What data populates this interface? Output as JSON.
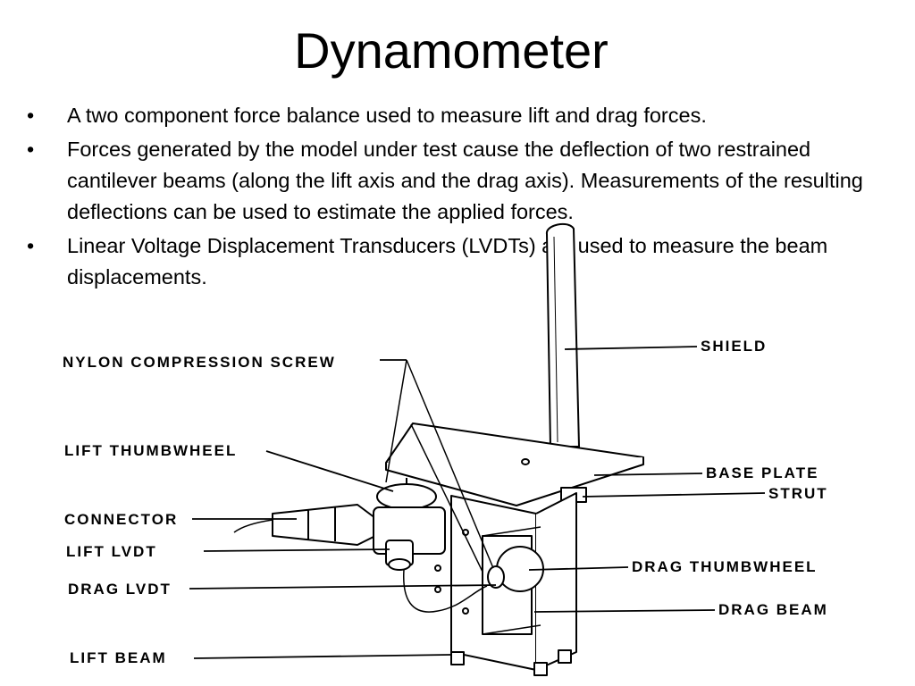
{
  "slide": {
    "title": "Dynamometer",
    "bullet_symbol": "•",
    "bullets": [
      "A two component force balance used to measure lift and drag forces.",
      "Forces generated by the model under test cause the deflection of two restrained cantilever beams (along the lift axis and the drag axis). Measurements of the resulting deflections can be used to estimate the applied forces.",
      "Linear Voltage Displacement Transducers (LVDTs) are used to measure the beam displacements."
    ]
  },
  "diagram": {
    "labels": {
      "nylon_compression_screw": "NYLON COMPRESSION SCREW",
      "lift_thumbwheel": "LIFT THUMBWHEEL",
      "connector": "CONNECTOR",
      "lift_lvdt": "LIFT LVDT",
      "drag_lvdt": "DRAG LVDT",
      "lift_beam": "LIFT BEAM",
      "shield": "SHIELD",
      "base_plate": "BASE PLATE",
      "strut": "STRUT",
      "drag_thumbwheel": "DRAG THUMBWHEEL",
      "drag_beam": "DRAG BEAM"
    }
  }
}
